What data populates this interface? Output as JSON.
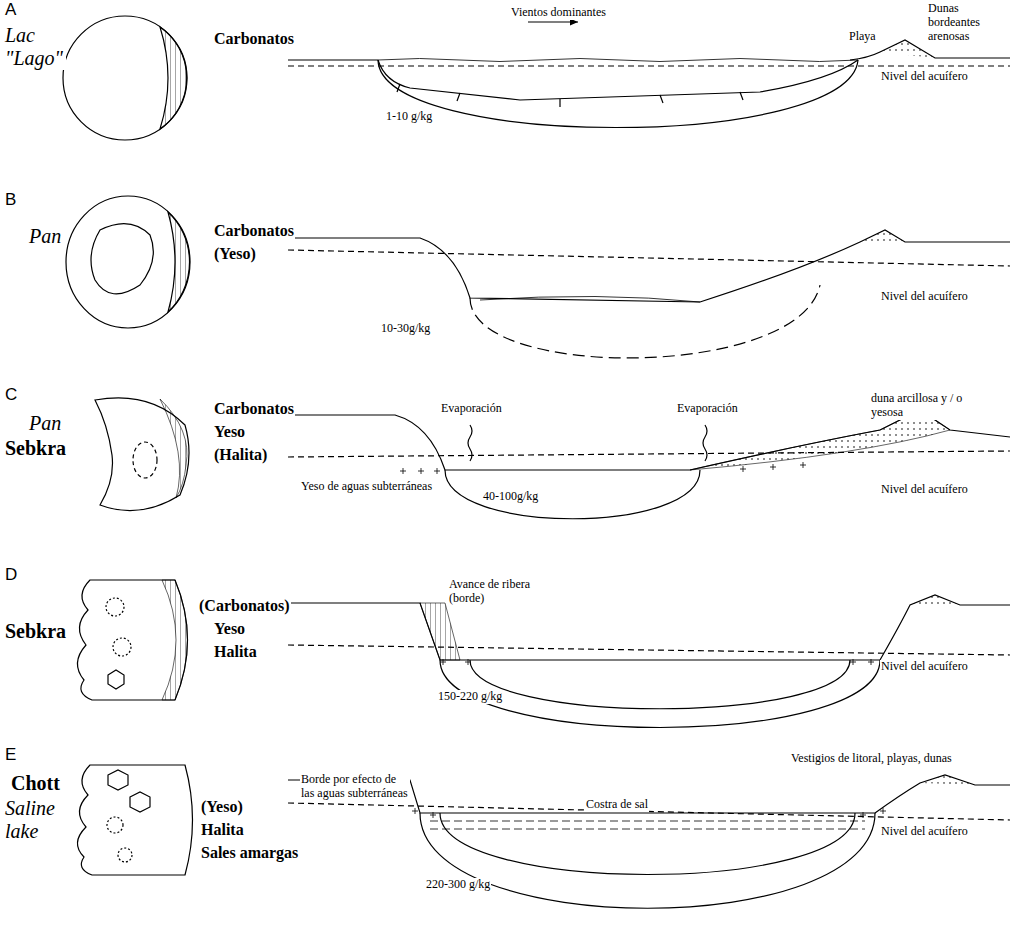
{
  "diagram": {
    "labels": [
      "A",
      "Lac \"Lago\"",
      "Carbonatos",
      "Vientos dominantes",
      "Playa",
      "Dunas bordeantes arenosas",
      "Nivel del acuífero",
      "1-10 g/kg",
      "B",
      "Pan",
      "Carbonatos",
      "(Yeso)",
      "Nivel del acuífero",
      "10-30g/kg",
      "C",
      "Pan",
      "Sebkra",
      "Carbonatos",
      "Yeso",
      "(Halita)",
      "Evaporación",
      "Evaporación",
      "duna arcillosa y / o yesosa",
      "Yeso de aguas subterráneas",
      "40-100g/kg",
      "Nivel del acuífero",
      "D",
      "Sebkra",
      "(Carbonatos)",
      "Yeso",
      "Halita",
      "Avance de ribera (borde)",
      "150-220 g/kg",
      "Nivel del acuífero",
      "E",
      "Chott",
      "Saline lake",
      "(Yeso)",
      "Halita",
      "Sales amargas",
      "Borde por efecto de las aguas subterráneas",
      "Costra de sal",
      "Vestigios de litoral, playas, dunas",
      "220-300 g/kg",
      "Nivel del acuífero"
    ]
  }
}
